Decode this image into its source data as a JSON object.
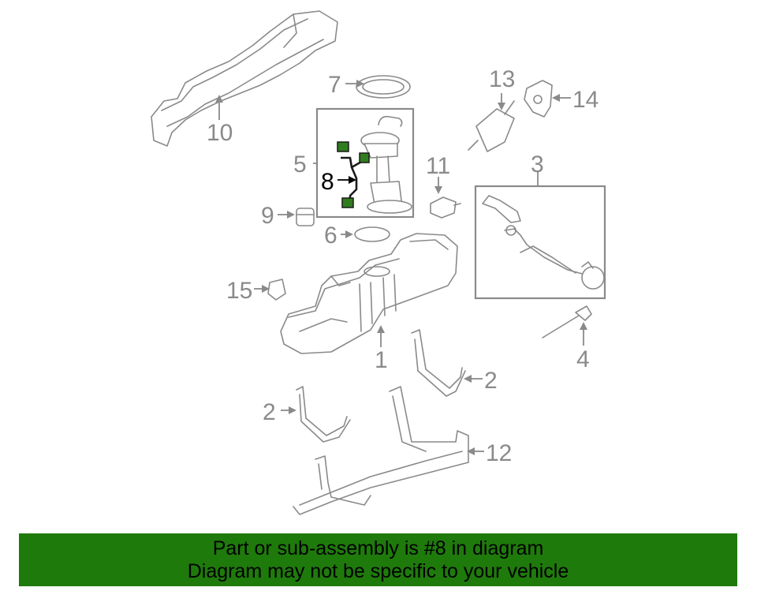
{
  "diagram": {
    "callouts": {
      "c1": "1",
      "c2a": "2",
      "c2b": "2",
      "c3": "3",
      "c4": "4",
      "c5": "5",
      "c6": "6",
      "c7": "7",
      "c8": "8",
      "c9": "9",
      "c10": "10",
      "c11": "11",
      "c12": "12",
      "c13": "13",
      "c14": "14",
      "c15": "15"
    },
    "highlighted_part": "8",
    "colors": {
      "line": "#8a8a8a",
      "highlight_part": "#2f7d1e",
      "banner": "#1f7a0c"
    }
  },
  "footer": {
    "line1": "Part or sub-assembly is #8 in diagram",
    "line2": "Diagram may not be specific to your vehicle"
  }
}
